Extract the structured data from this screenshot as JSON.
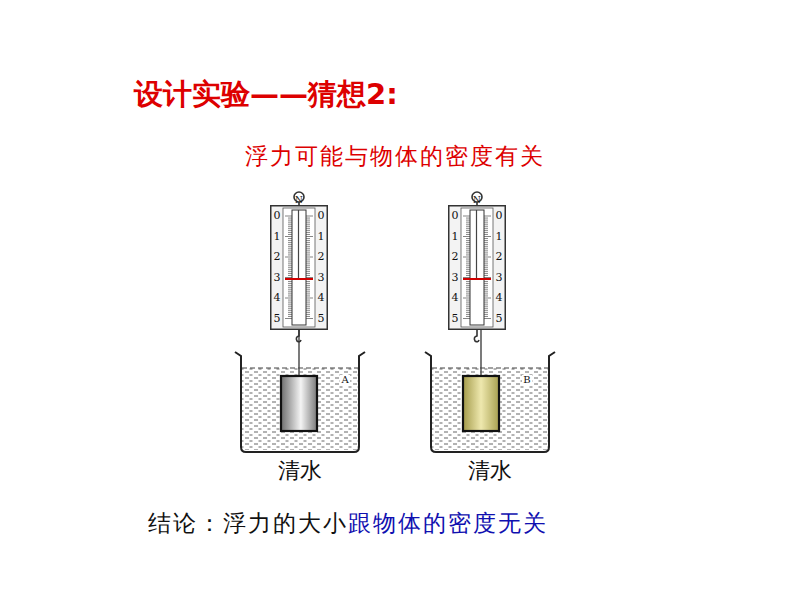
{
  "diagram": {
    "title": "设计实验——猜想2:",
    "nodes": [
      {
        "text": [
          "N",
          "0",
          "1",
          "2",
          "3",
          "4",
          "5",
          "0",
          "1",
          "2",
          "3",
          "4",
          "5"
        ]
      },
      {
        "text": [
          "清水"
        ]
      },
      {
        "text": [
          "A"
        ],
        "in": 1
      },
      {
        "text": [
          "N",
          "0",
          "1",
          "2",
          "3",
          "4",
          "5",
          "0",
          "1",
          "2",
          "3",
          "4",
          "5"
        ]
      },
      {
        "text": [
          "清水"
        ]
      },
      {
        "text": [
          "B"
        ],
        "in": 4
      }
    ],
    "edges": [
      {
        "from": 0,
        "to": 2,
        "arrow": "none"
      },
      {
        "from": 3,
        "to": 5,
        "arrow": "none"
      }
    ],
    "labels": [
      "浮力可能与物体的密度有关",
      "结论：浮力的大小",
      "跟物体的密度无关"
    ]
  }
}
